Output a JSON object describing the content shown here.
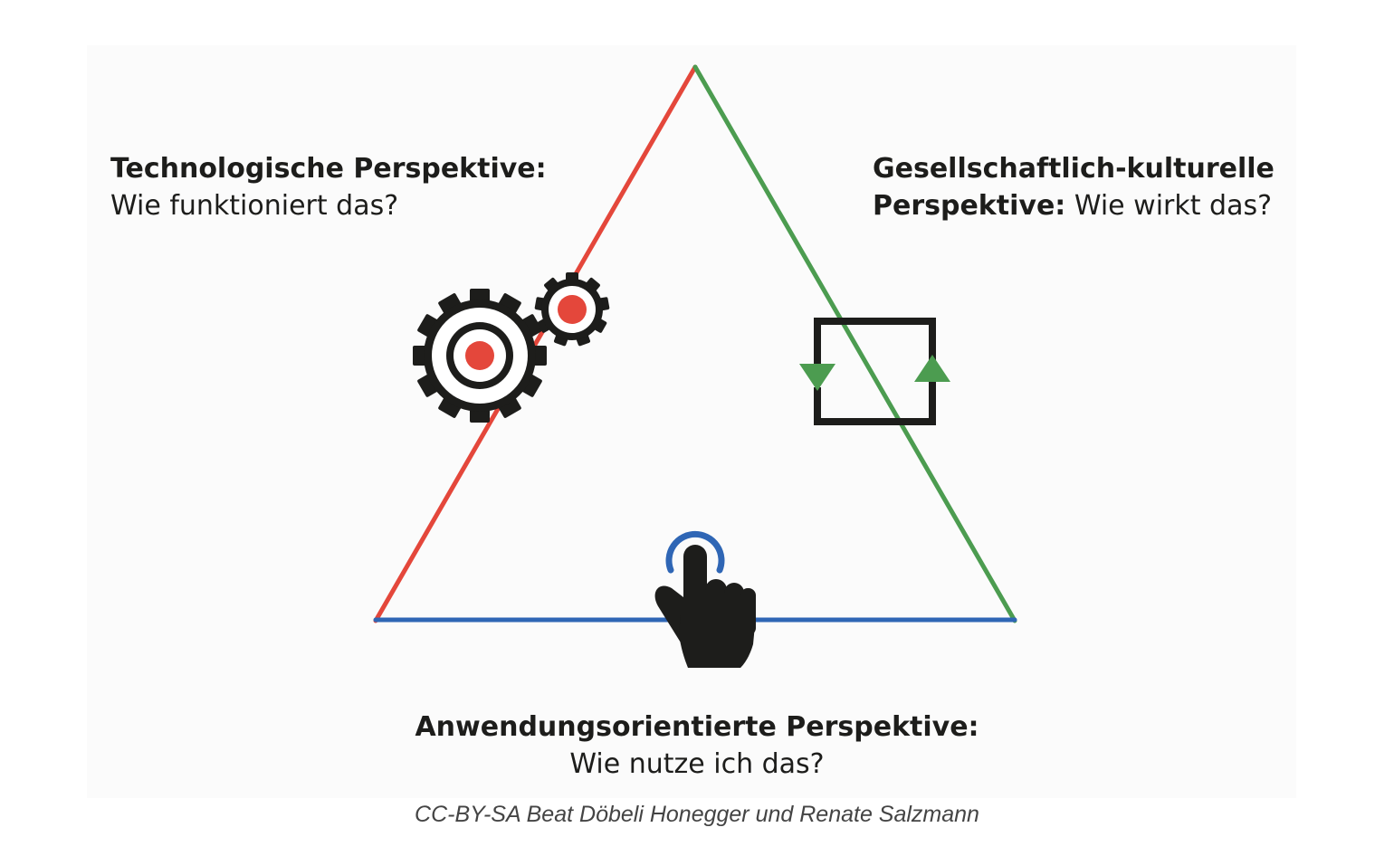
{
  "diagram": {
    "colors": {
      "technology": "#e4473b",
      "society": "#4c9c50",
      "application": "#2f66b5",
      "icon_dark": "#1d1d1b"
    },
    "perspectives": {
      "technology": {
        "title": "Technologische Perspektive:",
        "question": "Wie funktioniert das?",
        "icon": "gears-icon"
      },
      "society": {
        "title_line1": "Gesellschaftlich-kulturelle",
        "title_line2": "Perspektive:",
        "question": "Wie wirkt das?",
        "icon": "cycle-arrows-icon"
      },
      "application": {
        "title": "Anwendungsorientierte Perspektive:",
        "question": "Wie nutze ich das?",
        "icon": "pointing-hand-icon"
      }
    }
  },
  "caption": "CC-BY-SA Beat Döbeli Honegger und Renate Salzmann"
}
